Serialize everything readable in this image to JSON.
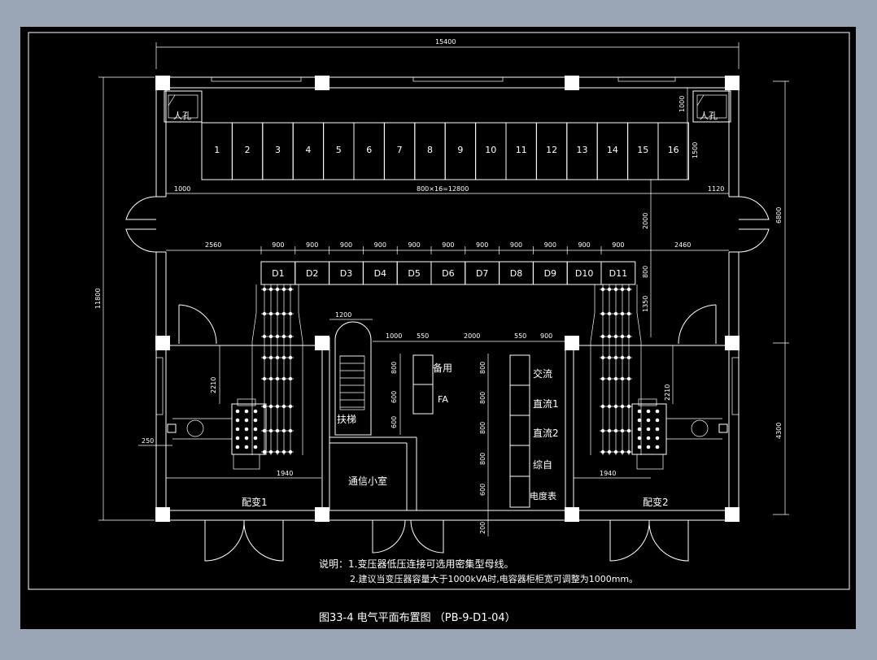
{
  "drawing": {
    "caption": "图33-4 电气平面布置图 （PB-9-D1-04）",
    "notes": [
      "说明：1.变压器低压连接可选用密集型母线。",
      "2.建议当变压器容量大于1000kVA时,电容器柜柜宽可调整为1000mm。"
    ],
    "dims": {
      "total_width": "15400",
      "total_height": "11800",
      "right_top": "6800",
      "right_bottom": "4300",
      "top_panel_depth": "1000",
      "top_panel_1500": "1500",
      "left_1000": "1000",
      "panel_row": "800×16=12800",
      "right_1120": "1120",
      "gap_2000": "2000",
      "d_left": "2560",
      "d_right": "2460",
      "d_unit": "900",
      "d_depth": "800",
      "d_1350": "1350",
      "stair_1200": "1200",
      "mid_1000": "1000",
      "mid_550a": "550",
      "mid_2000": "2000",
      "mid_550b": "550",
      "mid_900": "900",
      "v800": "800",
      "v600": "600",
      "v200": "200",
      "t_2210": "2210",
      "t_250": "250",
      "t_1940": "1940"
    },
    "top_panels": [
      "1",
      "2",
      "3",
      "4",
      "5",
      "6",
      "7",
      "8",
      "9",
      "10",
      "11",
      "12",
      "13",
      "14",
      "15",
      "16"
    ],
    "d_panels": [
      "D1",
      "D2",
      "D3",
      "D4",
      "D5",
      "D6",
      "D7",
      "D8",
      "D9",
      "D10",
      "D11"
    ],
    "labels": {
      "manhole": "人孔",
      "stair": "扶梯",
      "comm_room": "通信小室",
      "spare": "备用",
      "fa": "FA",
      "ac": "交流",
      "dc1": "直流1",
      "dc2": "直流2",
      "auto": "综自",
      "meter": "电度表",
      "trans1": "配变1",
      "trans2": "配变2"
    }
  }
}
